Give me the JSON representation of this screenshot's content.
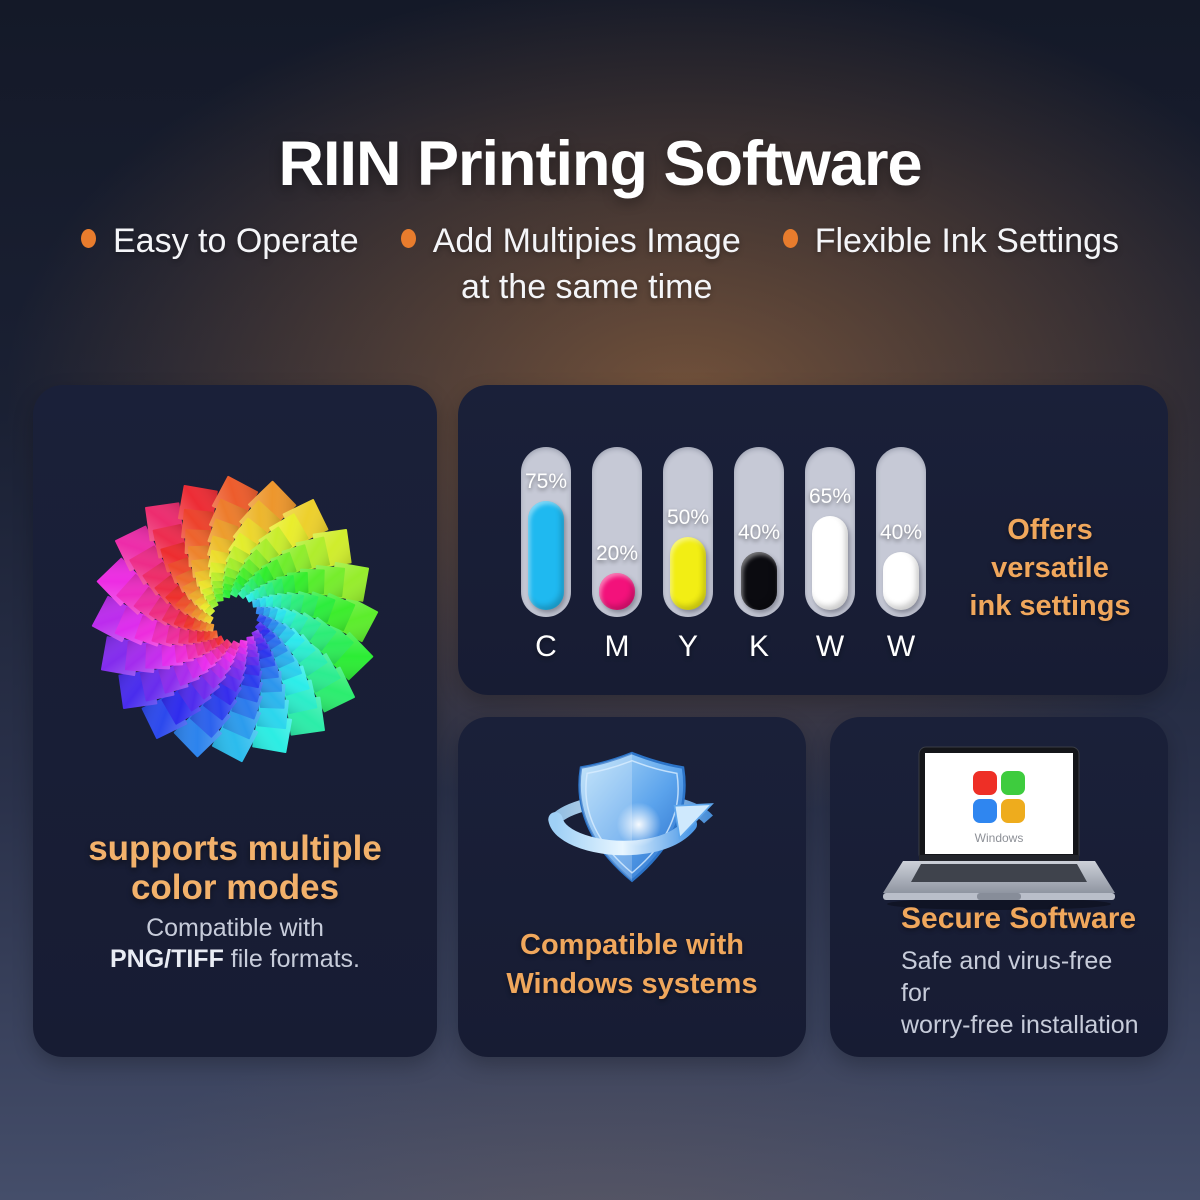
{
  "title": "RIIN Printing Software",
  "accent": {
    "orange_text": "#f0a75c",
    "bullet_dot": "#e87c2d",
    "card_bg": "#181e35",
    "tube_bg": "#c6c9d6"
  },
  "features": [
    {
      "lines": [
        "Easy to Operate"
      ]
    },
    {
      "lines": [
        "Add Multipies Image",
        "at the same time"
      ]
    },
    {
      "lines": [
        "Flexible Ink Settings"
      ]
    }
  ],
  "cards": {
    "color_modes": {
      "icon": "rainbow-square-spiral-icon",
      "heading_line1": "supports multiple",
      "heading_line2": "color modes",
      "body_line1": "Compatible with",
      "body_bold": "PNG/TIFF",
      "body_rest": " file formats."
    },
    "ink": {
      "heading_line1": "Offers versatile",
      "heading_line2": "ink settings",
      "tubes": [
        {
          "label": "C",
          "value_label": "75%",
          "percent": 75,
          "color": "#1fb9f0"
        },
        {
          "label": "M",
          "value_label": "20%",
          "percent": 20,
          "color": "#f3127b"
        },
        {
          "label": "Y",
          "value_label": "50%",
          "percent": 50,
          "color": "#f2ee14"
        },
        {
          "label": "K",
          "value_label": "40%",
          "percent": 40,
          "color": "#0b0b10"
        },
        {
          "label": "W",
          "value_label": "65%",
          "percent": 65,
          "color": "#ffffff"
        },
        {
          "label": "W",
          "value_label": "40%",
          "percent": 40,
          "color": "#ffffff"
        }
      ]
    },
    "windows": {
      "icon": "shield-sync-arrow-icon",
      "heading_line1": "Compatible with",
      "heading_line2": "Windows systems"
    },
    "secure": {
      "icon": "laptop-icon",
      "laptop_label": "Windows",
      "logo_colors": [
        "#ee2f26",
        "#3ecc3e",
        "#2f86f0",
        "#eeac1d"
      ],
      "heading": "Secure Software",
      "body_line1": "Safe and virus-free for",
      "body_line2": "worry-free installation"
    }
  }
}
